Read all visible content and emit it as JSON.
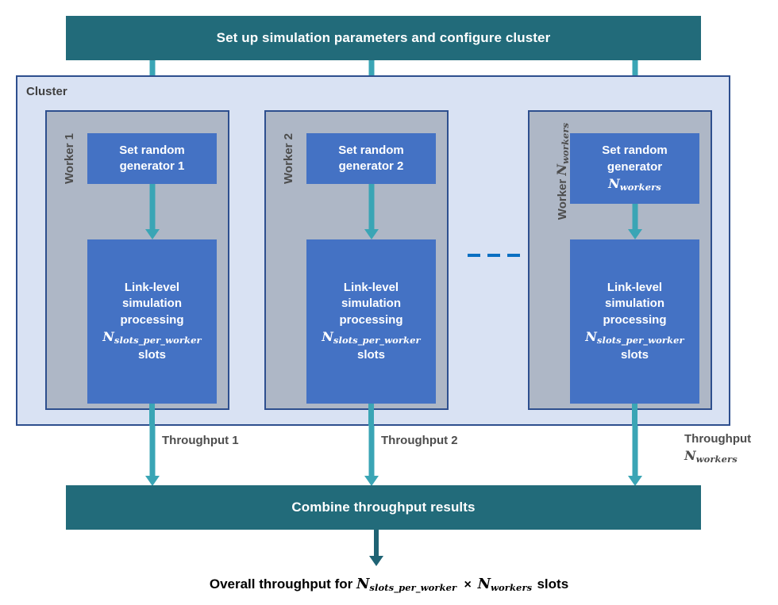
{
  "colors": {
    "banner_teal": "#226B7A",
    "cluster_bg": "#D9E2F3",
    "cluster_border": "#2E4F8E",
    "worker_gray": "#AEB7C6",
    "process_blue": "#4472C4",
    "arrow_teal": "#3AA5B5",
    "arrow_dark_teal": "#1F6374",
    "dash_blue": "#0A6FC2",
    "label_gray": "#4D4D4D"
  },
  "top_banner": {
    "label": "Set up simulation parameters and configure cluster"
  },
  "cluster": {
    "label": "Cluster",
    "workers": [
      {
        "label_prefix": "Worker",
        "label_index": "1",
        "label_index_is_var": false,
        "generator": {
          "line1": "Set random",
          "line2": "generator 1",
          "line3_var": null
        },
        "simulation": {
          "line1": "Link-level",
          "line2": "simulation",
          "line3": "processing",
          "var_base": "N",
          "var_sub": "slots_per_worker",
          "line5": "slots"
        },
        "throughput_label": {
          "line1": "Throughput 1",
          "line2_var": null
        }
      },
      {
        "label_prefix": "Worker",
        "label_index": "2",
        "label_index_is_var": false,
        "generator": {
          "line1": "Set random",
          "line2": "generator 2",
          "line3_var": null
        },
        "simulation": {
          "line1": "Link-level",
          "line2": "simulation",
          "line3": "processing",
          "var_base": "N",
          "var_sub": "slots_per_worker",
          "line5": "slots"
        },
        "throughput_label": {
          "line1": "Throughput 2",
          "line2_var": null
        }
      },
      {
        "label_prefix": "Worker",
        "label_index": "N",
        "label_index_sub": "workers",
        "label_index_is_var": true,
        "generator": {
          "line1": "Set random",
          "line2": "generator",
          "line3_var_base": "N",
          "line3_var_sub": "workers"
        },
        "simulation": {
          "line1": "Link-level",
          "line2": "simulation",
          "line3": "processing",
          "var_base": "N",
          "var_sub": "slots_per_worker",
          "line5": "slots"
        },
        "throughput_label": {
          "line1": "Throughput",
          "line2_var_base": "N",
          "line2_var_sub": "workers"
        }
      }
    ],
    "ellipsis_dash_count": 3
  },
  "combine_banner": {
    "label": "Combine throughput results"
  },
  "final_caption": {
    "prefix": "Overall throughput for",
    "var1_base": "N",
    "var1_sub": "slots_per_worker",
    "times": "×",
    "var2_base": "N",
    "var2_sub": "workers",
    "suffix": "slots"
  }
}
